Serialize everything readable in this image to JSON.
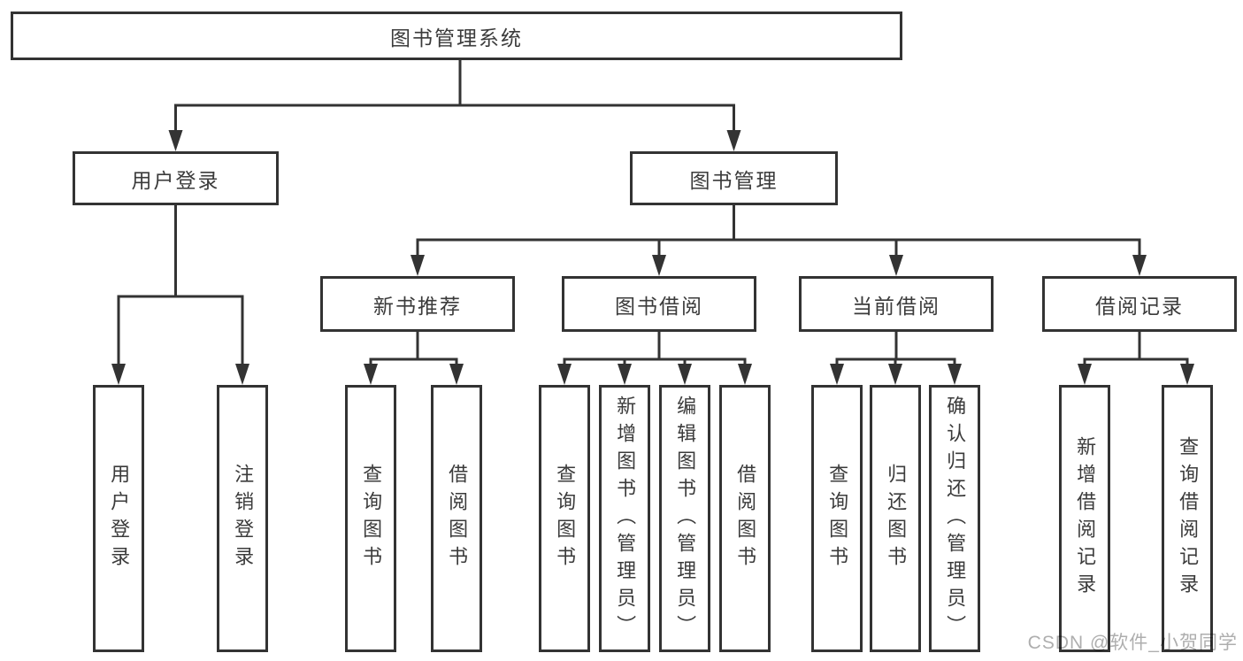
{
  "diagram": {
    "root": {
      "label": "图书管理系统"
    },
    "level1": [
      {
        "label": "用户登录"
      },
      {
        "label": "图书管理"
      }
    ],
    "level2": [
      {
        "label": "新书推荐"
      },
      {
        "label": "图书借阅"
      },
      {
        "label": "当前借阅"
      },
      {
        "label": "借阅记录"
      }
    ],
    "leaves": {
      "login": [
        {
          "label": "用户登录"
        },
        {
          "label": "注销登录"
        }
      ],
      "recommend": [
        {
          "label": "查询图书"
        },
        {
          "label": "借阅图书"
        }
      ],
      "borrow": [
        {
          "label": "查询图书"
        },
        {
          "label": "新增图书（管理员）"
        },
        {
          "label": "编辑图书（管理员）"
        },
        {
          "label": "借阅图书"
        }
      ],
      "current": [
        {
          "label": "查询图书"
        },
        {
          "label": "归还图书"
        },
        {
          "label": "确认归还（管理员）"
        }
      ],
      "records": [
        {
          "label": "新增借阅记录"
        },
        {
          "label": "查询借阅记录"
        }
      ]
    }
  },
  "watermark": {
    "text": "CSDN @软件_小贺同学"
  },
  "colors": {
    "line": "#333333",
    "text": "#3b3b3b",
    "watermark": "#aeaeae",
    "background": "#ffffff"
  }
}
